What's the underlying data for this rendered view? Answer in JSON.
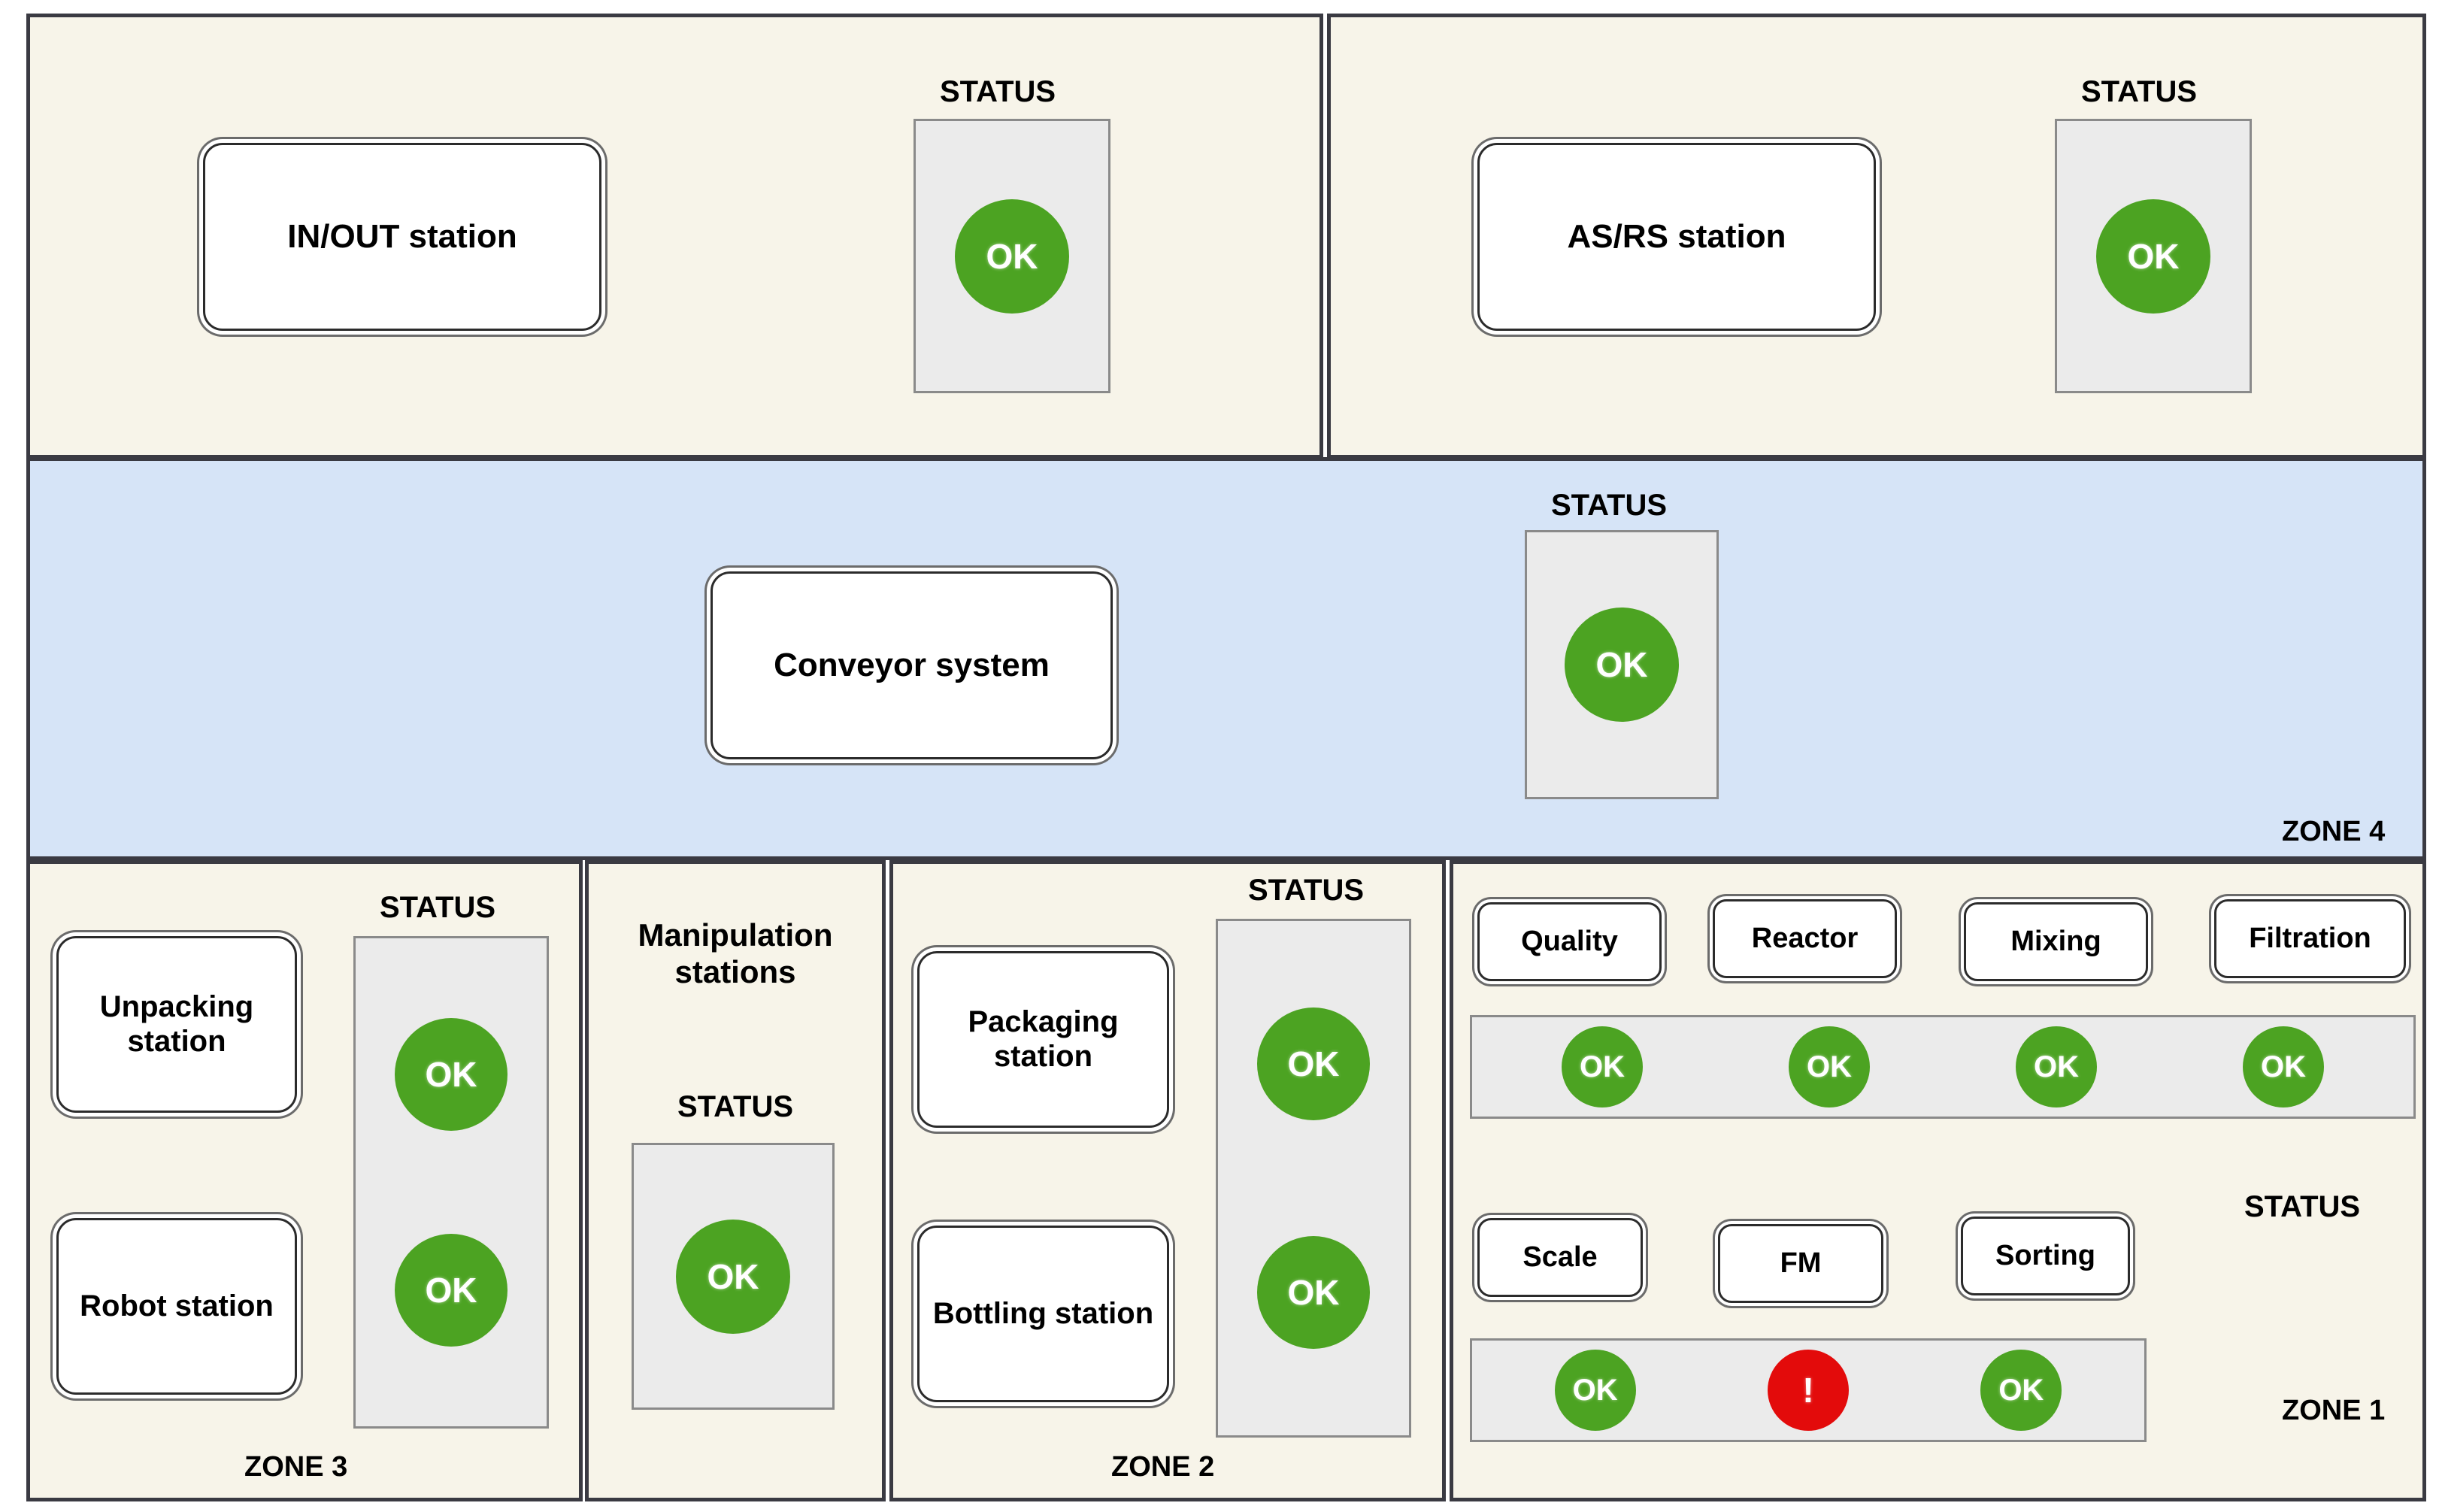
{
  "colors": {
    "panel_cream": "#f7f4e9",
    "panel_blue": "#d6e4f7",
    "panel_border": "#3a3a42",
    "status_box_fill": "#ebebeb",
    "status_box_border": "#8a8a8a",
    "lamp_ok": "#4ca322",
    "lamp_alarm": "#e30b0b",
    "station_fill": "#ffffff"
  },
  "labels": {
    "status": "STATUS",
    "ok": "OK",
    "alarm": "!"
  },
  "top_left_panel": {
    "station": "IN/OUT station",
    "status_label": "STATUS",
    "indicators": [
      {
        "state": "ok",
        "text": "OK"
      }
    ]
  },
  "top_right_panel": {
    "station": "AS/RS station",
    "status_label": "STATUS",
    "indicators": [
      {
        "state": "ok",
        "text": "OK"
      }
    ]
  },
  "zone4": {
    "caption": "ZONE 4",
    "station": "Conveyor system",
    "status_label": "STATUS",
    "indicators": [
      {
        "state": "ok",
        "text": "OK"
      }
    ]
  },
  "zone3": {
    "caption": "ZONE 3",
    "status_label": "STATUS",
    "stations": [
      "Unpacking station",
      "Robot station"
    ],
    "indicators": [
      {
        "state": "ok",
        "text": "OK"
      },
      {
        "state": "ok",
        "text": "OK"
      }
    ]
  },
  "manipulation_panel": {
    "title": "Manipulation stations",
    "status_label": "STATUS",
    "indicators": [
      {
        "state": "ok",
        "text": "OK"
      }
    ]
  },
  "zone2": {
    "caption": "ZONE 2",
    "status_label": "STATUS",
    "stations": [
      "Packaging station",
      "Bottling station"
    ],
    "indicators": [
      {
        "state": "ok",
        "text": "OK"
      },
      {
        "state": "ok",
        "text": "OK"
      }
    ]
  },
  "zone1": {
    "caption": "ZONE 1",
    "status_label": "STATUS",
    "row1_stations": [
      "Quality",
      "Reactor",
      "Mixing",
      "Filtration"
    ],
    "row1_indicators": [
      {
        "state": "ok",
        "text": "OK"
      },
      {
        "state": "ok",
        "text": "OK"
      },
      {
        "state": "ok",
        "text": "OK"
      },
      {
        "state": "ok",
        "text": "OK"
      }
    ],
    "row2_stations": [
      "Scale",
      "FM",
      "Sorting"
    ],
    "row2_indicators": [
      {
        "state": "ok",
        "text": "OK"
      },
      {
        "state": "alarm",
        "text": "!"
      },
      {
        "state": "ok",
        "text": "OK"
      }
    ]
  }
}
